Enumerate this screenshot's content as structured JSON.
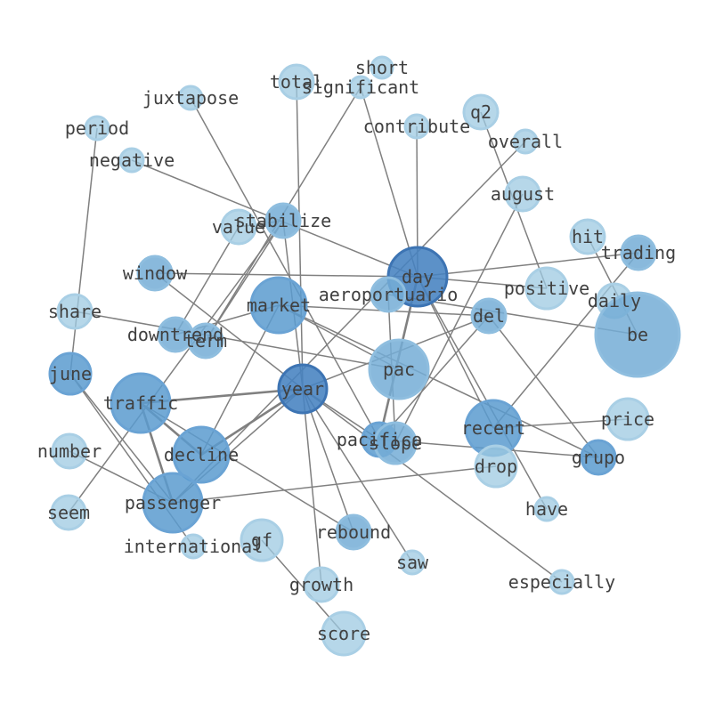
{
  "colors": {
    "edge": "#808080",
    "label": "#404040",
    "background": "#ffffff"
  },
  "nodes": [
    {
      "id": "short",
      "label": "short",
      "weight": 1,
      "tone": 1
    },
    {
      "id": "total",
      "label": "total",
      "weight": 2,
      "tone": 1
    },
    {
      "id": "significant",
      "label": "significant",
      "weight": 1,
      "tone": 1
    },
    {
      "id": "juxtapose",
      "label": "juxtapose",
      "weight": 1,
      "tone": 1
    },
    {
      "id": "q2",
      "label": "q2",
      "weight": 2,
      "tone": 1
    },
    {
      "id": "period",
      "label": "period",
      "weight": 1,
      "tone": 1
    },
    {
      "id": "contribute",
      "label": "contribute",
      "weight": 1,
      "tone": 1
    },
    {
      "id": "overall",
      "label": "overall",
      "weight": 1,
      "tone": 1
    },
    {
      "id": "negative",
      "label": "negative",
      "weight": 1,
      "tone": 1
    },
    {
      "id": "august",
      "label": "august",
      "weight": 2,
      "tone": 1
    },
    {
      "id": "stabilize",
      "label": "stabilize",
      "weight": 2,
      "tone": 2
    },
    {
      "id": "value",
      "label": "value",
      "weight": 2,
      "tone": 1
    },
    {
      "id": "hit",
      "label": "hit",
      "weight": 2,
      "tone": 1
    },
    {
      "id": "trading",
      "label": "trading",
      "weight": 2,
      "tone": 2
    },
    {
      "id": "window",
      "label": "window",
      "weight": 2,
      "tone": 2
    },
    {
      "id": "day",
      "label": "day",
      "weight": 6,
      "tone": 4
    },
    {
      "id": "positive",
      "label": "positive",
      "weight": 3,
      "tone": 1
    },
    {
      "id": "aeroportuario",
      "label": "aeroportuario",
      "weight": 2,
      "tone": 2
    },
    {
      "id": "market",
      "label": "market",
      "weight": 5,
      "tone": 3
    },
    {
      "id": "daily",
      "label": "daily",
      "weight": 2,
      "tone": 1
    },
    {
      "id": "share",
      "label": "share",
      "weight": 2,
      "tone": 1
    },
    {
      "id": "del",
      "label": "del",
      "weight": 2,
      "tone": 2
    },
    {
      "id": "be",
      "label": "be",
      "weight": 8,
      "tone": 2
    },
    {
      "id": "downtrend",
      "label": "downtrend",
      "weight": 2,
      "tone": 2
    },
    {
      "id": "term",
      "label": "term",
      "weight": 2,
      "tone": 2
    },
    {
      "id": "pac",
      "label": "pac",
      "weight": 6,
      "tone": 2
    },
    {
      "id": "june",
      "label": "june",
      "weight": 3,
      "tone": 3
    },
    {
      "id": "year",
      "label": "year",
      "weight": 5,
      "tone": 4
    },
    {
      "id": "traffic",
      "label": "traffic",
      "weight": 6,
      "tone": 3
    },
    {
      "id": "price",
      "label": "price",
      "weight": 3,
      "tone": 1
    },
    {
      "id": "recent",
      "label": "recent",
      "weight": 5,
      "tone": 3
    },
    {
      "id": "pacifico",
      "label": "pacifico",
      "weight": 2,
      "tone": 3
    },
    {
      "id": "slope",
      "label": "slope",
      "weight": 2,
      "tone": 2
    },
    {
      "id": "number",
      "label": "number",
      "weight": 2,
      "tone": 1
    },
    {
      "id": "decline",
      "label": "decline",
      "weight": 5,
      "tone": 3
    },
    {
      "id": "grupo",
      "label": "grupo",
      "weight": 2,
      "tone": 3
    },
    {
      "id": "drop",
      "label": "drop",
      "weight": 3,
      "tone": 1
    },
    {
      "id": "seem",
      "label": "seem",
      "weight": 2,
      "tone": 1
    },
    {
      "id": "passenger",
      "label": "passenger",
      "weight": 6,
      "tone": 3
    },
    {
      "id": "have",
      "label": "have",
      "weight": 1,
      "tone": 1
    },
    {
      "id": "international",
      "label": "international",
      "weight": 1,
      "tone": 1
    },
    {
      "id": "gf",
      "label": "gf",
      "weight": 3,
      "tone": 1
    },
    {
      "id": "rebound",
      "label": "rebound",
      "weight": 2,
      "tone": 2
    },
    {
      "id": "saw",
      "label": "saw",
      "weight": 1,
      "tone": 1
    },
    {
      "id": "growth",
      "label": "growth",
      "weight": 2,
      "tone": 1
    },
    {
      "id": "especially",
      "label": "especially",
      "weight": 1,
      "tone": 1
    },
    {
      "id": "score",
      "label": "score",
      "weight": 3,
      "tone": 1
    }
  ],
  "edges": [
    {
      "source": "period",
      "target": "june",
      "weight": 1
    },
    {
      "source": "negative",
      "target": "day",
      "weight": 1
    },
    {
      "source": "juxtapose",
      "target": "pacifico",
      "weight": 1
    },
    {
      "source": "total",
      "target": "year",
      "weight": 1
    },
    {
      "source": "significant",
      "target": "day",
      "weight": 1
    },
    {
      "source": "contribute",
      "target": "day",
      "weight": 1
    },
    {
      "source": "overall",
      "target": "passenger",
      "weight": 1
    },
    {
      "source": "q2",
      "target": "positive",
      "weight": 1
    },
    {
      "source": "august",
      "target": "slope",
      "weight": 1
    },
    {
      "source": "stabilize",
      "target": "term",
      "weight": 1
    },
    {
      "source": "stabilize",
      "target": "year",
      "weight": 1
    },
    {
      "source": "stabilize",
      "target": "seem",
      "weight": 1
    },
    {
      "source": "value",
      "target": "downtrend",
      "weight": 1
    },
    {
      "source": "value",
      "target": "stabilize",
      "weight": 1
    },
    {
      "source": "term",
      "target": "significant",
      "weight": 1
    },
    {
      "source": "window",
      "target": "day",
      "weight": 1
    },
    {
      "source": "window",
      "target": "year",
      "weight": 1
    },
    {
      "source": "day",
      "target": "trading",
      "weight": 1
    },
    {
      "source": "day",
      "target": "positive",
      "weight": 1
    },
    {
      "source": "day",
      "target": "recent",
      "weight": 1
    },
    {
      "source": "day",
      "target": "pacifico",
      "weight": 2
    },
    {
      "source": "day",
      "target": "have",
      "weight": 1
    },
    {
      "source": "hit",
      "target": "be",
      "weight": 1
    },
    {
      "source": "trading",
      "target": "recent",
      "weight": 1
    },
    {
      "source": "aeroportuario",
      "target": "slope",
      "weight": 1
    },
    {
      "source": "aeroportuario",
      "target": "be",
      "weight": 1
    },
    {
      "source": "market",
      "target": "downtrend",
      "weight": 1
    },
    {
      "source": "market",
      "target": "del",
      "weight": 1
    },
    {
      "source": "market",
      "target": "pac",
      "weight": 1
    },
    {
      "source": "market",
      "target": "grupo",
      "weight": 1
    },
    {
      "source": "market",
      "target": "decline",
      "weight": 1
    },
    {
      "source": "share",
      "target": "pac",
      "weight": 1
    },
    {
      "source": "del",
      "target": "year",
      "weight": 1
    },
    {
      "source": "del",
      "target": "grupo",
      "weight": 1
    },
    {
      "source": "del",
      "target": "pacifico",
      "weight": 1
    },
    {
      "source": "year",
      "target": "traffic",
      "weight": 2
    },
    {
      "source": "year",
      "target": "decline",
      "weight": 2
    },
    {
      "source": "year",
      "target": "passenger",
      "weight": 1
    },
    {
      "source": "year",
      "target": "saw",
      "weight": 1
    },
    {
      "source": "year",
      "target": "growth",
      "weight": 1
    },
    {
      "source": "year",
      "target": "especially",
      "weight": 1
    },
    {
      "source": "year",
      "target": "rebound",
      "weight": 1
    },
    {
      "source": "year",
      "target": "pacifico",
      "weight": 1
    },
    {
      "source": "traffic",
      "target": "passenger",
      "weight": 2
    },
    {
      "source": "traffic",
      "target": "decline",
      "weight": 2
    },
    {
      "source": "traffic",
      "target": "rebound",
      "weight": 1
    },
    {
      "source": "june",
      "target": "passenger",
      "weight": 1
    },
    {
      "source": "june",
      "target": "international",
      "weight": 1
    },
    {
      "source": "number",
      "target": "passenger",
      "weight": 1
    },
    {
      "source": "passenger",
      "target": "drop",
      "weight": 1
    },
    {
      "source": "recent",
      "target": "price",
      "weight": 1
    },
    {
      "source": "pacifico",
      "target": "grupo",
      "weight": 1
    },
    {
      "source": "gf",
      "target": "score",
      "weight": 1
    }
  ]
}
